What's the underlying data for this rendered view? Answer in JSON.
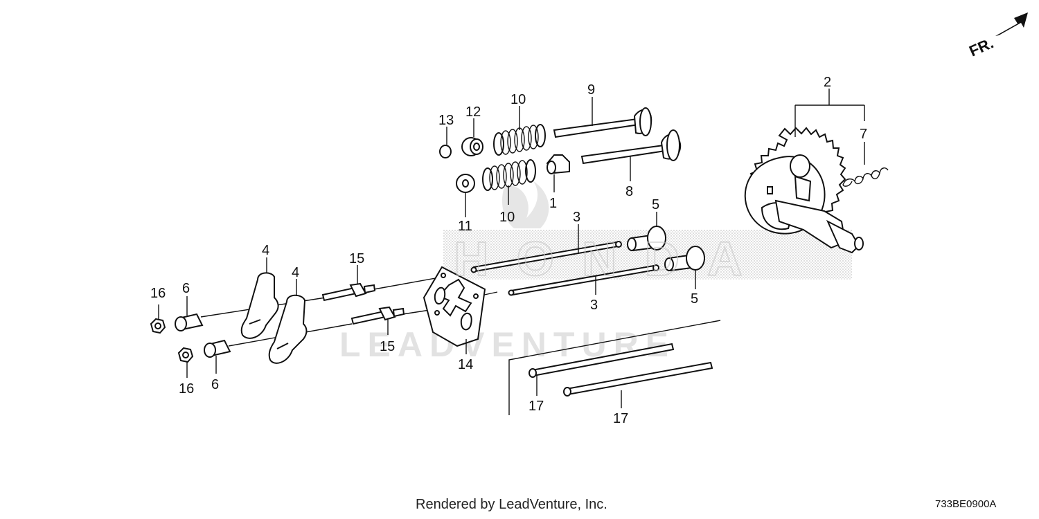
{
  "diagram": {
    "direction_indicator": "FR.",
    "watermark_logo_text": "HONDA",
    "watermark_text": "LEADVENTURE",
    "footer_text": "Rendered by LeadVenture, Inc.",
    "drawing_code": "733BE0900A",
    "labels": {
      "l1": "1",
      "l2": "2",
      "l3a": "3",
      "l3b": "3",
      "l4a": "4",
      "l4b": "4",
      "l5a": "5",
      "l5b": "5",
      "l6a": "6",
      "l6b": "6",
      "l7": "7",
      "l8": "8",
      "l9": "9",
      "l10a": "10",
      "l10b": "10",
      "l11": "11",
      "l12": "12",
      "l13": "13",
      "l14": "14",
      "l15a": "15",
      "l15b": "15",
      "l16a": "16",
      "l16b": "16",
      "l17a": "17",
      "l17b": "17"
    }
  }
}
